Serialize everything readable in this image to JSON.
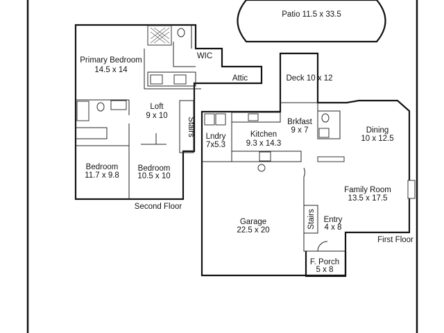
{
  "rooms": {
    "patio": "Patio 11.5 x 33.5",
    "primary_bedroom": {
      "name": "Primary Bedroom",
      "size": "14.5 x 14"
    },
    "wic": "WIC",
    "attic": "Attic",
    "deck": "Deck 10 x 12",
    "loft": {
      "name": "Loft",
      "size": "9 x 10"
    },
    "stairs_second": "Stairs",
    "laundry": {
      "name": "Lndry",
      "size": "7x5.3"
    },
    "kitchen": {
      "name": "Kitchen",
      "size": "9.3 x 14.3"
    },
    "breakfast": {
      "name": "Brkfast",
      "size": "9 x 7"
    },
    "dining": {
      "name": "Dining",
      "size": "10 x 12.5"
    },
    "bedroom_left": {
      "name": "Bedroom",
      "size": "11.7 x 9.8"
    },
    "bedroom_right": {
      "name": "Bedroom",
      "size": "10.5 x 10"
    },
    "family_room": {
      "name": "Family Room",
      "size": "13.5 x 17.5"
    },
    "garage": {
      "name": "Garage",
      "size": "22.5 x 20"
    },
    "stairs_first": "Stairs",
    "entry": {
      "name": "Entry",
      "size": "4 x 8"
    },
    "front_porch": {
      "name": "F. Porch",
      "size": "5 x 8"
    }
  },
  "floors": {
    "second": "Second Floor",
    "first": "First Floor"
  }
}
